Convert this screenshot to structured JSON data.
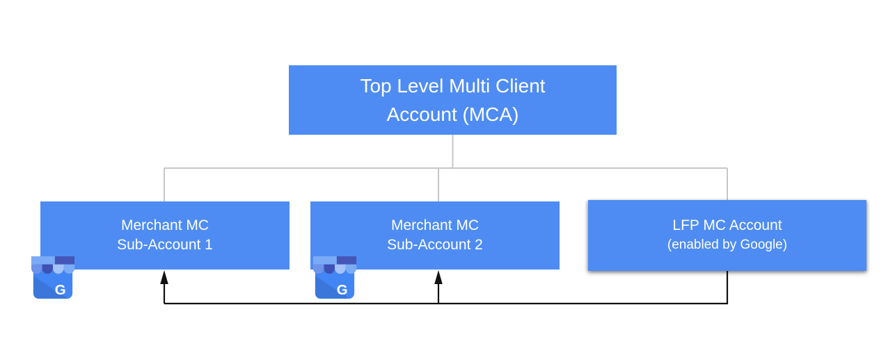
{
  "nodes": {
    "mca": {
      "line1": "Top Level Multi Client",
      "line2": "Account (MCA)"
    },
    "sub1": {
      "line1": "Merchant MC",
      "line2": "Sub-Account 1"
    },
    "sub2": {
      "line1": "Merchant MC",
      "line2": "Sub-Account 2"
    },
    "lfp": {
      "line1": "LFP MC Account",
      "line2": "(enabled by Google)"
    }
  },
  "icons": {
    "google_business_icon": "google-business-storefront",
    "google_business_letter": "G"
  },
  "colors": {
    "node_fill": "#4e8cf3",
    "node_text": "#ffffff",
    "tree_connector": "#c6c6c6",
    "flow_arrow": "#111111",
    "icon_body": "#4285f4",
    "icon_body_shade": "#3b76e0",
    "icon_awning_light": "#7babf7",
    "icon_awning_dark": "#3f51b5",
    "icon_awning_pale": "#a3c3fa",
    "icon_awning_medium": "#6d93ea",
    "icon_bar_right": "#4456b8"
  }
}
